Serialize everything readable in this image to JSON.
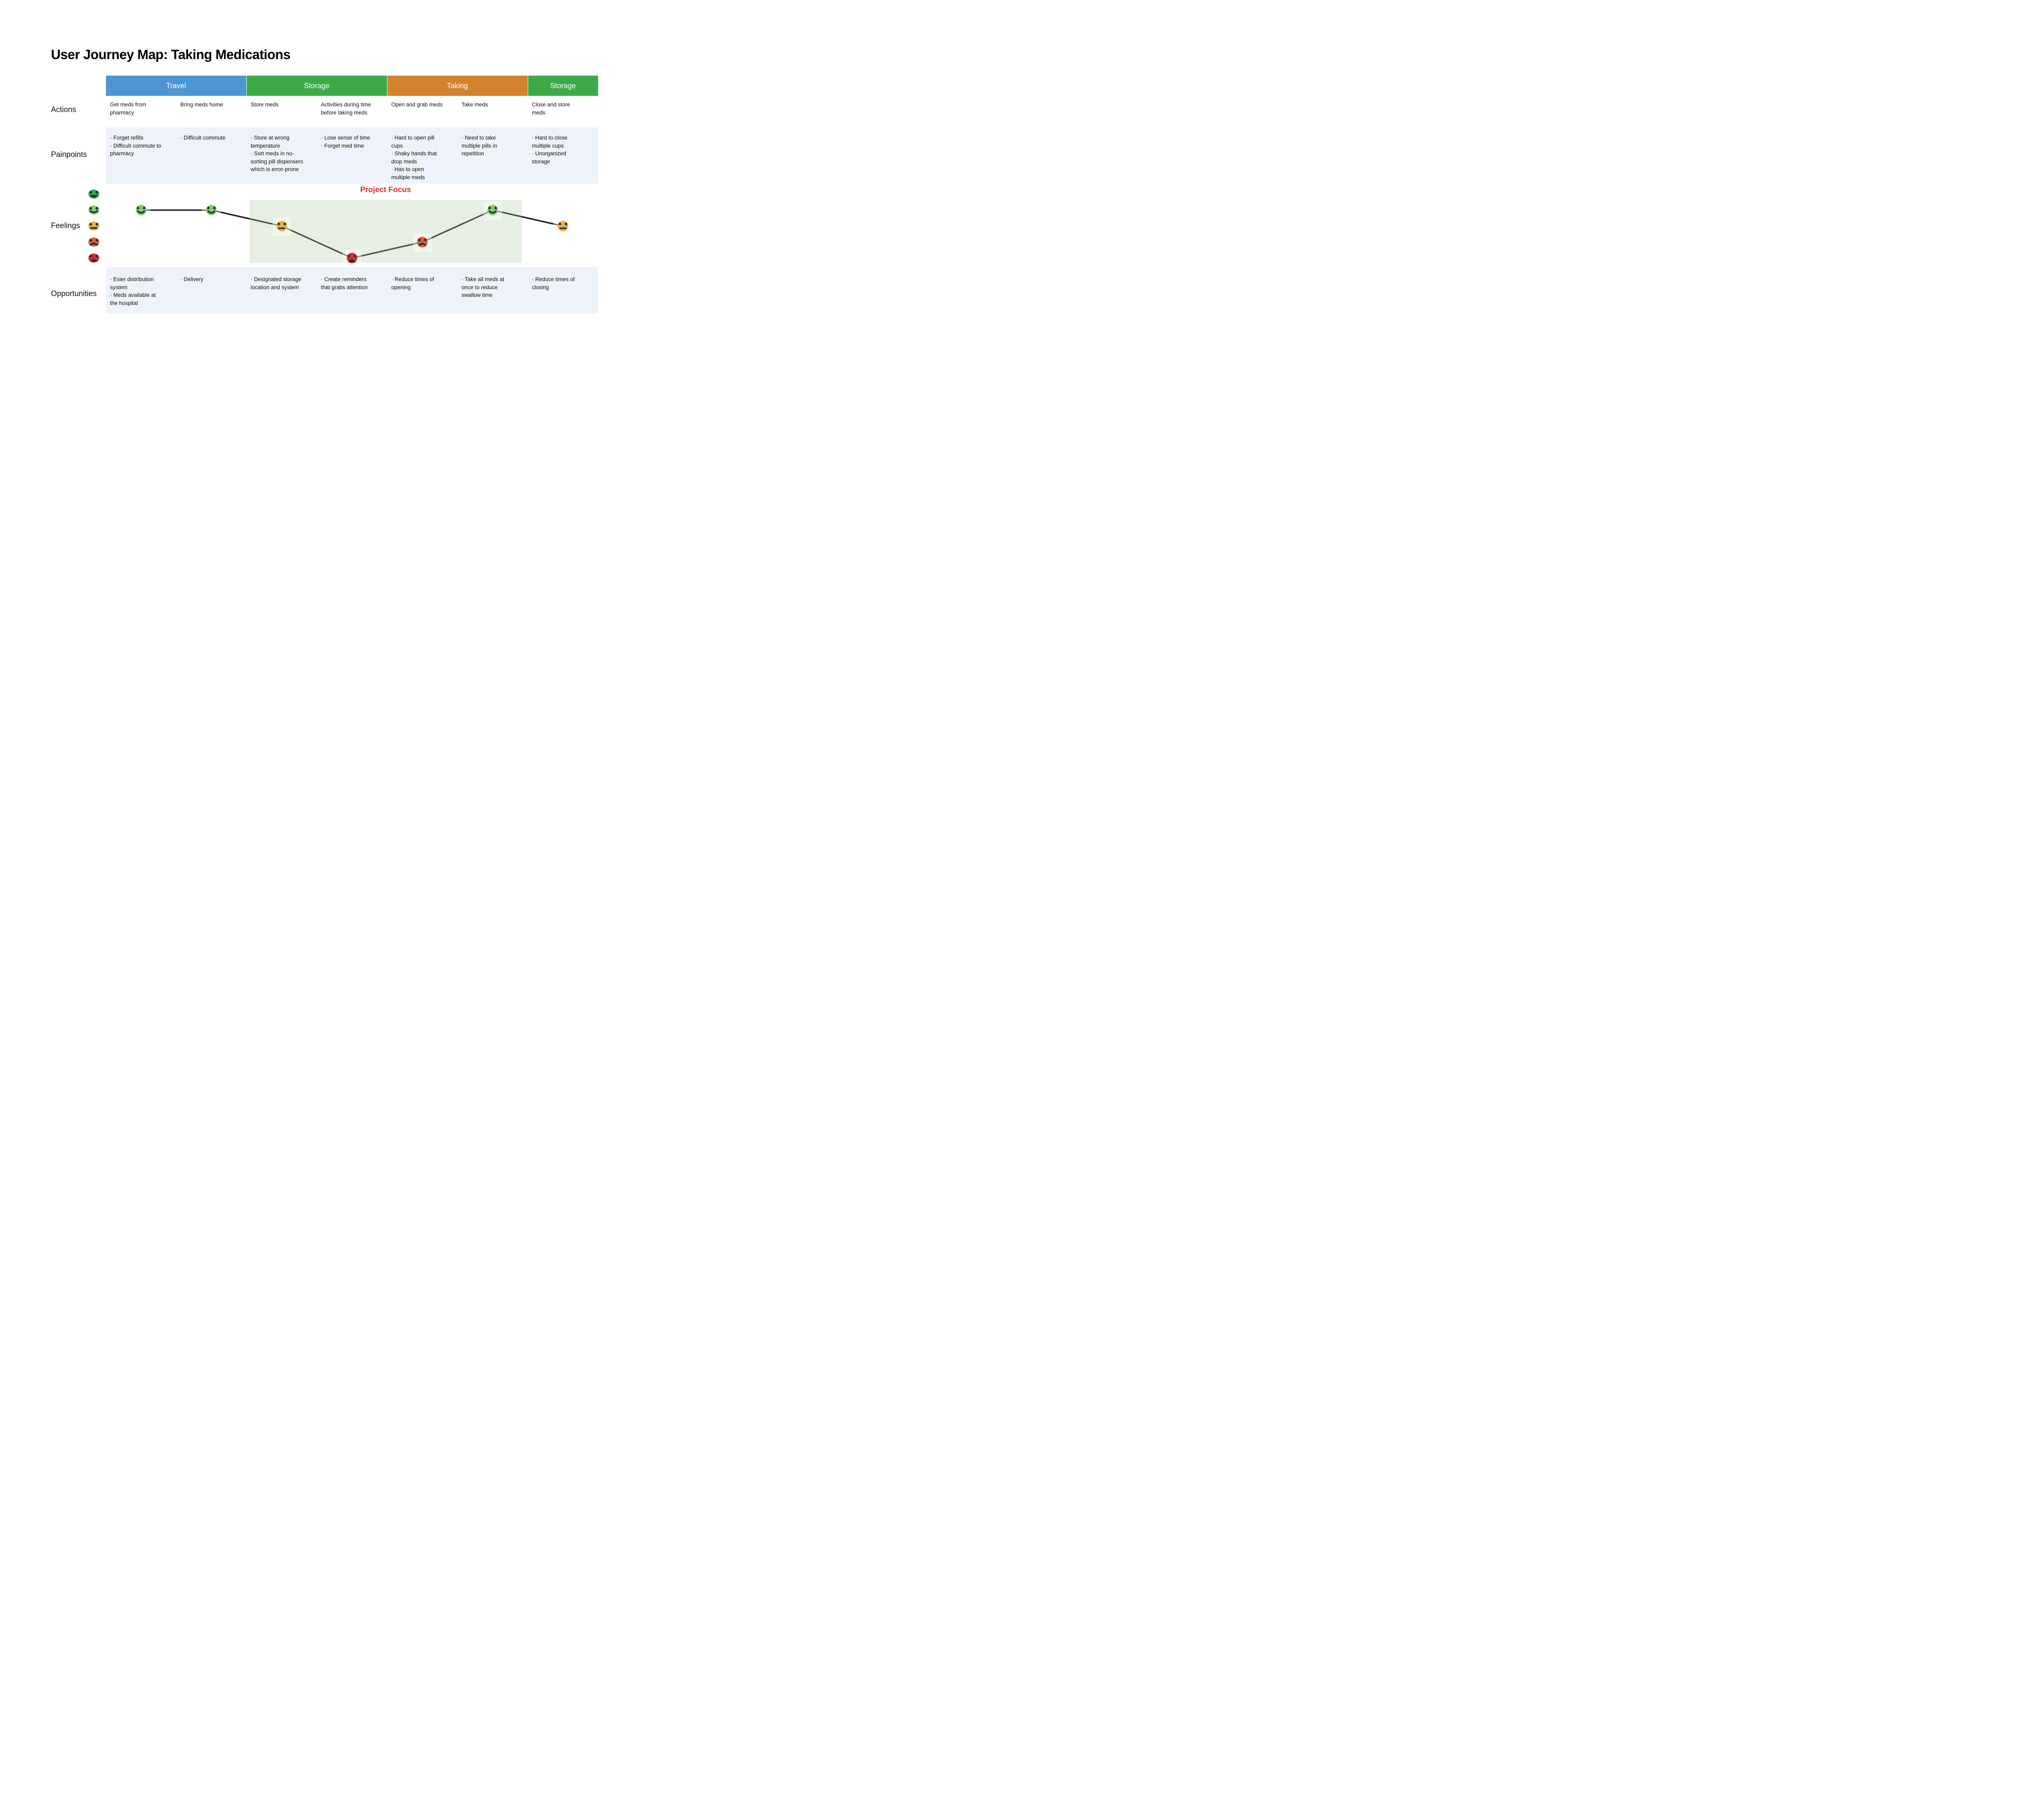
{
  "title": "User Journey Map: Taking Medications",
  "phases": [
    {
      "label": "Travel",
      "color": "#4e96d1",
      "columns_spanned": 2
    },
    {
      "label": "Storage",
      "color": "#3eaa47",
      "columns_spanned": 2
    },
    {
      "label": "Taking",
      "color": "#d2832e",
      "columns_spanned": 2
    },
    {
      "label": "Storage",
      "color": "#3eaa47",
      "columns_spanned": 1
    }
  ],
  "row_labels": {
    "actions": "Actions",
    "painpoints": "Painpoints",
    "feelings": "Feelings",
    "opportunities": "Opportunities"
  },
  "columns": [
    {
      "action": "Get meds from pharmacy",
      "painpoints": [
        "· Forget refills",
        "· Difficult commute to pharmacy"
      ],
      "opportunities": [
        "· Esier distribution system",
        "· Meds available at the hospital"
      ]
    },
    {
      "action": "Bring meds home",
      "painpoints": [
        "· Difficult commute"
      ],
      "opportunities": [
        "· Delivery"
      ]
    },
    {
      "action": "Store meds",
      "painpoints": [
        "· Store at wrong temperature",
        "· Sort meds in no-sorting pill dispensers which is error-prone"
      ],
      "opportunities": [
        "· Designated storage location and system"
      ]
    },
    {
      "action": "Activities during time before taking meds",
      "painpoints": [
        "· Lose sense of time",
        "· Forget med time"
      ],
      "opportunities": [
        "· Create reminders that grabs attention"
      ]
    },
    {
      "action": "Open and grab meds",
      "painpoints": [
        "· Hard to open pill cups",
        "· Shaky hands that drop meds",
        "· Has to open multiple meds"
      ],
      "opportunities": [
        "· Reduce times of opening"
      ]
    },
    {
      "action": "Take meds",
      "painpoints": [
        "· Need to take multiple pills in repetition"
      ],
      "opportunities": [
        "· Take all meds at once to reduce swallow time"
      ]
    },
    {
      "action": "Close and store meds",
      "painpoints": [
        "· Hard to close multiple cups",
        "· Unorganized storage"
      ],
      "opportunities": [
        "· Reduce times of closing"
      ]
    }
  ],
  "feelings_scale": [
    {
      "name": "very-happy",
      "color": "#2fa64c"
    },
    {
      "name": "happy",
      "color": "#8cc95f"
    },
    {
      "name": "neutral",
      "color": "#f3ae3c"
    },
    {
      "name": "sad",
      "color": "#e55a2d"
    },
    {
      "name": "very-sad",
      "color": "#da2f27"
    }
  ],
  "feelings_curve": {
    "type": "line",
    "categories": [
      "Get meds from pharmacy",
      "Bring meds home",
      "Store meds",
      "Activities during time before taking meds",
      "Open and grab meds",
      "Take meds",
      "Close and store meds"
    ],
    "points": [
      "happy",
      "happy",
      "neutral",
      "very-sad",
      "sad",
      "happy",
      "neutral"
    ],
    "levels": [
      2,
      2,
      3,
      5,
      4,
      2,
      3
    ],
    "scale_order": "1 = very happy (top) to 5 = very sad (bottom)"
  },
  "project_focus": {
    "label": "Project Focus",
    "color": "#e8262b",
    "covers_columns": [
      "Store meds",
      "Activities during time before taking meds",
      "Open and grab meds",
      "Take meds"
    ]
  },
  "palette": {
    "row_background": "#edf3f8",
    "focus_area_fill": "#b1cbaa",
    "focus_area_opacity": 0.31,
    "line_color": "#1a1a1a",
    "face_features": "#17374a",
    "emoji_tile": "#ffffff"
  }
}
